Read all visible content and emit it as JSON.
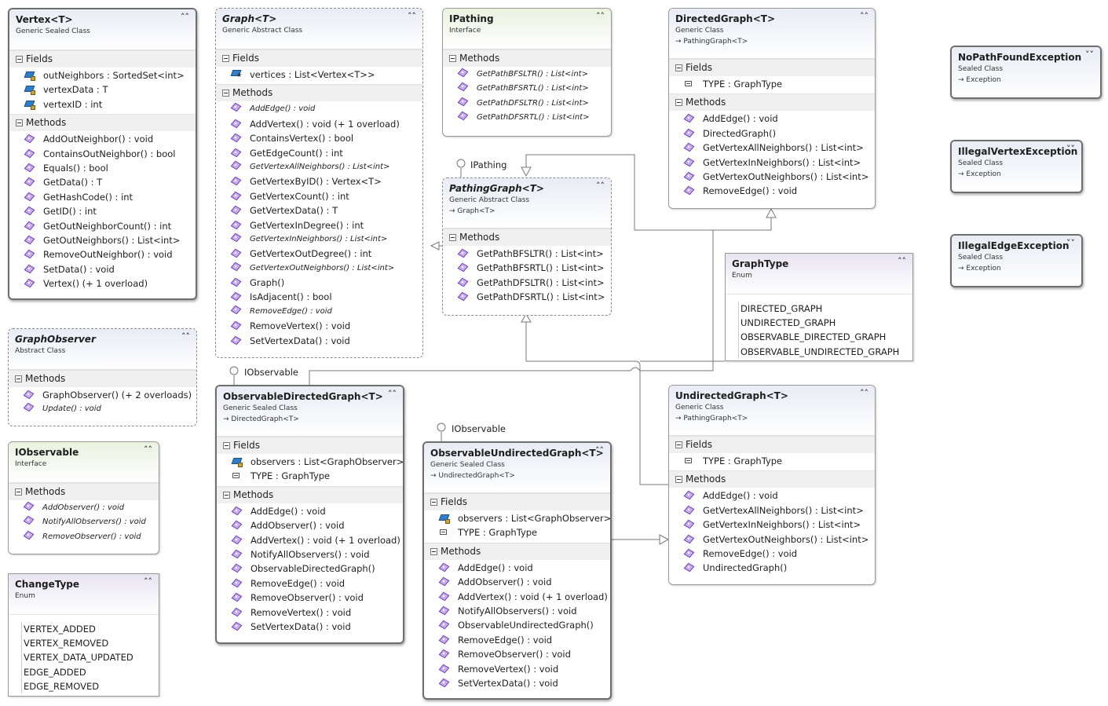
{
  "shapes": {
    "vertex": {
      "name": "Vertex<T>",
      "kind": "Generic Sealed Class",
      "fields_label": "Fields",
      "methods_label": "Methods",
      "fields": [
        "outNeighbors : SortedSet<int>",
        "vertexData : T",
        "vertexID : int"
      ],
      "methods": [
        "AddOutNeighbor() : void",
        "ContainsOutNeighbor() : bool",
        "Equals() : bool",
        "GetData() : T",
        "GetHashCode() : int",
        "GetID() : int",
        "GetOutNeighborCount() : int",
        "GetOutNeighbors() : List<int>",
        "RemoveOutNeighbor() : void",
        "SetData() : void",
        "Vertex() (+ 1 overload)"
      ]
    },
    "graph": {
      "name": "Graph<T>",
      "kind": "Generic Abstract Class",
      "fields_label": "Fields",
      "methods_label": "Methods",
      "fields": [
        "vertices : List<Vertex<T>>"
      ],
      "methods": [
        "AddEdge() : void",
        "AddVertex() : void (+ 1 overload)",
        "ContainsVertex() : bool",
        "GetEdgeCount() : int",
        "GetVertexAllNeighbors() : List<int>",
        "GetVertexByID() : Vertex<T>",
        "GetVertexCount() : int",
        "GetVertexData() : T",
        "GetVertexInDegree() : int",
        "GetVertexInNeighbors() : List<int>",
        "GetVertexOutDegree() : int",
        "GetVertexOutNeighbors() : List<int>",
        "Graph()",
        "IsAdjacent() : bool",
        "RemoveEdge() : void",
        "RemoveVertex() : void",
        "SetVertexData() : void"
      ]
    },
    "ipathing": {
      "name": "IPathing",
      "kind": "Interface",
      "methods_label": "Methods",
      "methods": [
        "GetPathBFSLTR() : List<int>",
        "GetPathBFSRTL() : List<int>",
        "GetPathDFSLTR() : List<int>",
        "GetPathDFSRTL() : List<int>"
      ]
    },
    "directed": {
      "name": "DirectedGraph<T>",
      "kind": "Generic Class",
      "inherits": "PathingGraph<T>",
      "fields_label": "Fields",
      "methods_label": "Methods",
      "fields": [
        "TYPE : GraphType"
      ],
      "methods": [
        "AddEdge() : void",
        "DirectedGraph()",
        "GetVertexAllNeighbors() : List<int>",
        "GetVertexInNeighbors() : List<int>",
        "GetVertexOutNeighbors() : List<int>",
        "RemoveEdge() : void"
      ]
    },
    "nopath": {
      "name": "NoPathFoundException",
      "kind": "Sealed Class",
      "inherits": "Exception"
    },
    "illegalvertex": {
      "name": "IllegalVertexException",
      "kind": "Sealed Class",
      "inherits": "Exception"
    },
    "illegaledge": {
      "name": "IllegalEdgeException",
      "kind": "Sealed Class",
      "inherits": "Exception"
    },
    "pathing": {
      "name": "PathingGraph<T>",
      "kind": "Generic Abstract Class",
      "inherits": "Graph<T>",
      "lollipop": "IPathing",
      "methods_label": "Methods",
      "methods": [
        "GetPathBFSLTR() : List<int>",
        "GetPathBFSRTL() : List<int>",
        "GetPathDFSLTR() : List<int>",
        "GetPathDFSRTL() : List<int>"
      ]
    },
    "graphtype": {
      "name": "GraphType",
      "kind": "Enum",
      "values": [
        "DIRECTED_GRAPH",
        "UNDIRECTED_GRAPH",
        "OBSERVABLE_DIRECTED_GRAPH",
        "OBSERVABLE_UNDIRECTED_GRAPH"
      ]
    },
    "observer": {
      "name": "GraphObserver",
      "kind": "Abstract Class",
      "methods_label": "Methods",
      "methods": [
        "GraphObserver() (+ 2 overloads)",
        "Update() : void"
      ]
    },
    "observable_dir": {
      "name": "ObservableDirectedGraph<T>",
      "kind": "Generic Sealed Class",
      "inherits": "DirectedGraph<T>",
      "lollipop": "IObservable",
      "fields_label": "Fields",
      "methods_label": "Methods",
      "fields": [
        "observers : List<GraphObserver>",
        "TYPE : GraphType"
      ],
      "methods": [
        "AddEdge() : void",
        "AddObserver() : void",
        "AddVertex() : void (+ 1 overload)",
        "NotifyAllObservers() : void",
        "ObservableDirectedGraph()",
        "RemoveEdge() : void",
        "RemoveObserver() : void",
        "RemoveVertex() : void",
        "SetVertexData() : void"
      ]
    },
    "undirected": {
      "name": "UndirectedGraph<T>",
      "kind": "Generic Class",
      "inherits": "PathingGraph<T>",
      "fields_label": "Fields",
      "methods_label": "Methods",
      "fields": [
        "TYPE : GraphType"
      ],
      "methods": [
        "AddEdge() : void",
        "GetVertexAllNeighbors() : List<int>",
        "GetVertexInNeighbors() : List<int>",
        "GetVertexOutNeighbors() : List<int>",
        "RemoveEdge() : void",
        "UndirectedGraph()"
      ]
    },
    "iobservable": {
      "name": "IObservable",
      "kind": "Interface",
      "methods_label": "Methods",
      "methods": [
        "AddObserver() : void",
        "NotifyAllObservers() : void",
        "RemoveObserver() : void"
      ]
    },
    "observable_undir": {
      "name": "ObservableUndirectedGraph<T>",
      "kind": "Generic Sealed Class",
      "inherits": "UndirectedGraph<T>",
      "lollipop": "IObservable",
      "fields_label": "Fields",
      "methods_label": "Methods",
      "fields": [
        "observers : List<GraphObserver>",
        "TYPE : GraphType"
      ],
      "methods": [
        "AddEdge() : void",
        "AddObserver() : void",
        "AddVertex() : void (+ 1 overload)",
        "NotifyAllObservers() : void",
        "ObservableUndirectedGraph()",
        "RemoveEdge() : void",
        "RemoveObserver() : void",
        "RemoveVertex() : void",
        "SetVertexData() : void"
      ]
    },
    "changetype": {
      "name": "ChangeType",
      "kind": "Enum",
      "values": [
        "VERTEX_ADDED",
        "VERTEX_REMOVED",
        "VERTEX_DATA_UPDATED",
        "EDGE_ADDED",
        "EDGE_REMOVED"
      ]
    }
  },
  "icons": {
    "collapse": "chevron-up-icon",
    "expand": "chevron-down-icon",
    "method": "method-icon",
    "field": "field-icon",
    "constant": "constant-icon"
  },
  "colors": {
    "class_header": "#e9ecf5",
    "interface_header": "#eaf2e0",
    "enum_header": "#e8e4f2",
    "method_icon": "#6f3fb5",
    "field_icon": "#2f7fc8"
  }
}
